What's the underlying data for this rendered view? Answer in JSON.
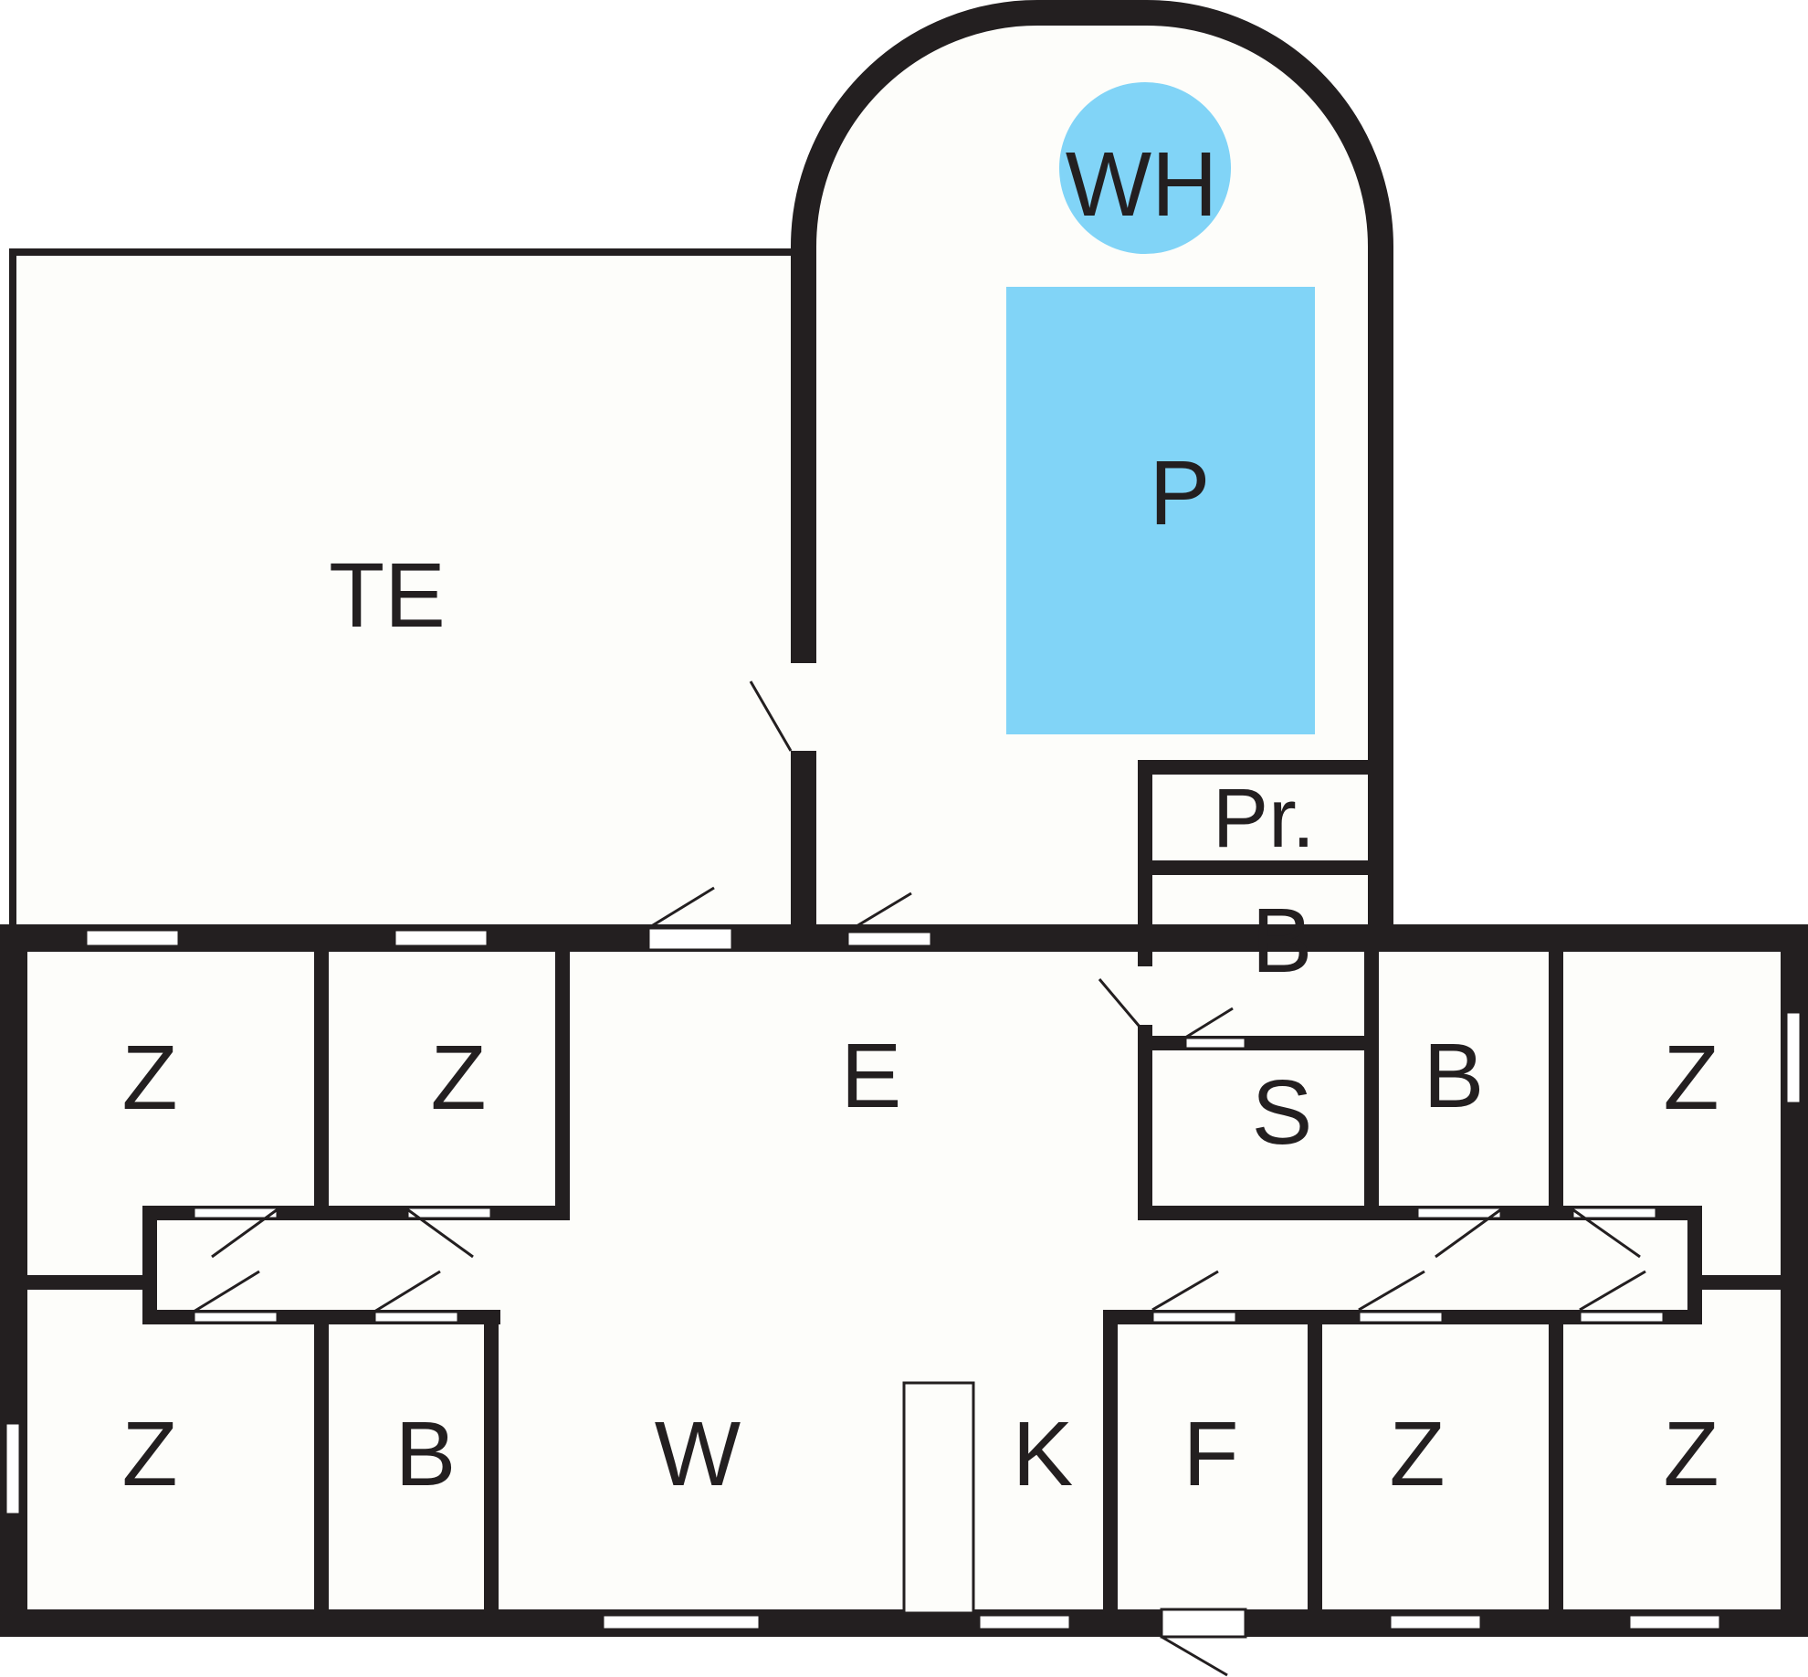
{
  "floorplan": {
    "colors": {
      "wall": "#231f20",
      "floor": "#fdfdfa",
      "water": "#81d4f7"
    },
    "rooms": {
      "te": "TE",
      "wh": "WH",
      "p": "P",
      "pr": "Pr.",
      "b_top": "B",
      "e": "E",
      "s": "S",
      "b_right": "B",
      "z_top_left": "Z",
      "z_top_mid": "Z",
      "z_top_right": "Z",
      "z_bottom_left": "Z",
      "b_bottom_left": "B",
      "w": "W",
      "k": "K",
      "f": "F",
      "z_bottom_mid": "Z",
      "z_bottom_right": "Z"
    }
  }
}
